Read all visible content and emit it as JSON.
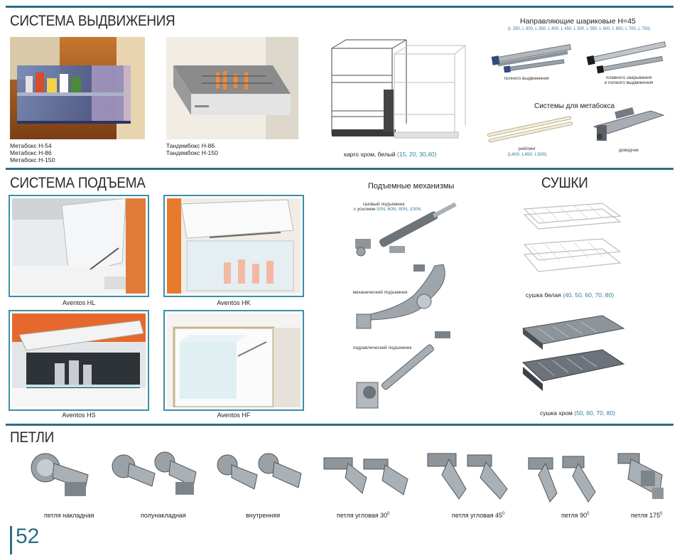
{
  "sections": {
    "drawer": {
      "title": "СИСТЕМА ВЫДВИЖЕНИЯ",
      "metabox_lines": [
        "Метабокс Н-54",
        "Метабокс Н-86",
        "Метабокс Н-150"
      ],
      "tandembox_lines": [
        "Тандембокс Н-86",
        "Тандембокс Н-150"
      ],
      "cargo_caption": "карго хром, белый",
      "cargo_sizes": "(15, 20, 30,40)",
      "guides_title": "Направляющие шариковые  Н=45",
      "guides_sizes": "(L 250, L 300, L 350, L 400, L 450, L 500, L 550, L 600, L 650, L 700, L 750)",
      "guide_full": "полного выдвижения",
      "guide_soft_1": "плавного закрывания",
      "guide_soft_2": "и полного выдвижения",
      "metabox_systems": "Системы для метабокса",
      "railing": "рейлинг",
      "railing_sizes": "(L400, L450, L500)",
      "closer": "доводчик"
    },
    "lift": {
      "title": "СИСТЕМА ПОДЪЕМА",
      "photos": [
        {
          "caption": "Aventos HL"
        },
        {
          "caption": "Aventos HK"
        },
        {
          "caption": "Aventos HS"
        },
        {
          "caption": "Aventos HF"
        }
      ],
      "mechanisms_title": "Подъемные механизмы",
      "gas_lift_1": "газовый подъемник",
      "gas_lift_2": "с усилием",
      "gas_lift_forces": "50N, 60N, 80N, 100N",
      "mech_lift": "механический подъемник",
      "hydro_lift": "гидравлический подъемник"
    },
    "dryers": {
      "title": "СУШКИ",
      "white_label": "сушка белая",
      "white_sizes": "(40, 50, 60, 70, 80)",
      "chrome_label": "сушка хром",
      "chrome_sizes": "(50, 60, 70, 80)"
    },
    "hinges": {
      "title": "ПЕТЛИ",
      "items": [
        {
          "label": "петля накладная"
        },
        {
          "label": "полунакладная"
        },
        {
          "label": "внутренняя"
        },
        {
          "label": "петля угловая 30"
        },
        {
          "label": "петля угловая 45"
        },
        {
          "label": "петля 90"
        },
        {
          "label": "петля 175"
        }
      ],
      "degree_mark": "0"
    }
  },
  "page_number": "52",
  "colors": {
    "accent": "#2c6e84",
    "teal_text": "#2e7f9a",
    "frame": "#3a8fa8"
  }
}
